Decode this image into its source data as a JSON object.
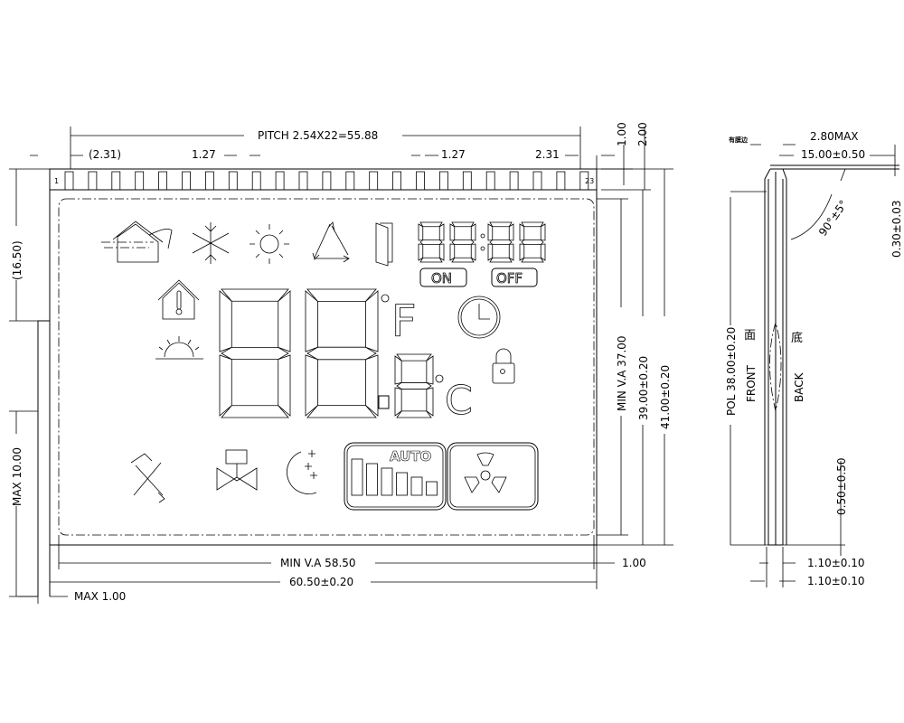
{
  "front_view": {
    "pitch_label": "PITCH 2.54X22=55.88",
    "left_offset": "(2.31)",
    "pin_width_left": "1.27",
    "pin_width_right": "1.27",
    "right_offset": "2.31",
    "pin_first": "1",
    "pin_last": "23",
    "top_margin": "1.00",
    "pin_height": "2.00",
    "left_height": "(16.50)",
    "left_max": "MAX 10.00",
    "va_height": "MIN V.A 37.00",
    "glass_height": "39.00±0.20",
    "total_height": "41.00±0.20",
    "va_width": "MIN V.A 58.50",
    "right_margin": "1.00",
    "total_width": "60.50±0.20",
    "left_max_width": "MAX 1.00"
  },
  "lcd": {
    "time_digits": [
      "8",
      "8",
      "8",
      "8"
    ],
    "on_label": "ON",
    "off_label": "OFF",
    "temp_digits": [
      "8",
      "8",
      "8"
    ],
    "unit_f": "F",
    "unit_c": "C",
    "auto_label": "AUTO",
    "fan_bar_count": 6
  },
  "side_view": {
    "edge_label": "有膜边",
    "thickness_max": "2.80MAX",
    "lead_length": "15.00±0.50",
    "angle": "90°±5°",
    "lead_thickness": "0.30±0.03",
    "pol_height": "POL 38.00±0.20",
    "front_cn": "面",
    "front_label": "FRONT",
    "back_cn": "底",
    "back_label": "BACK",
    "bottom_gap": "0.50±0.50",
    "glass_front": "1.10±0.10",
    "glass_back": "1.10±0.10"
  }
}
